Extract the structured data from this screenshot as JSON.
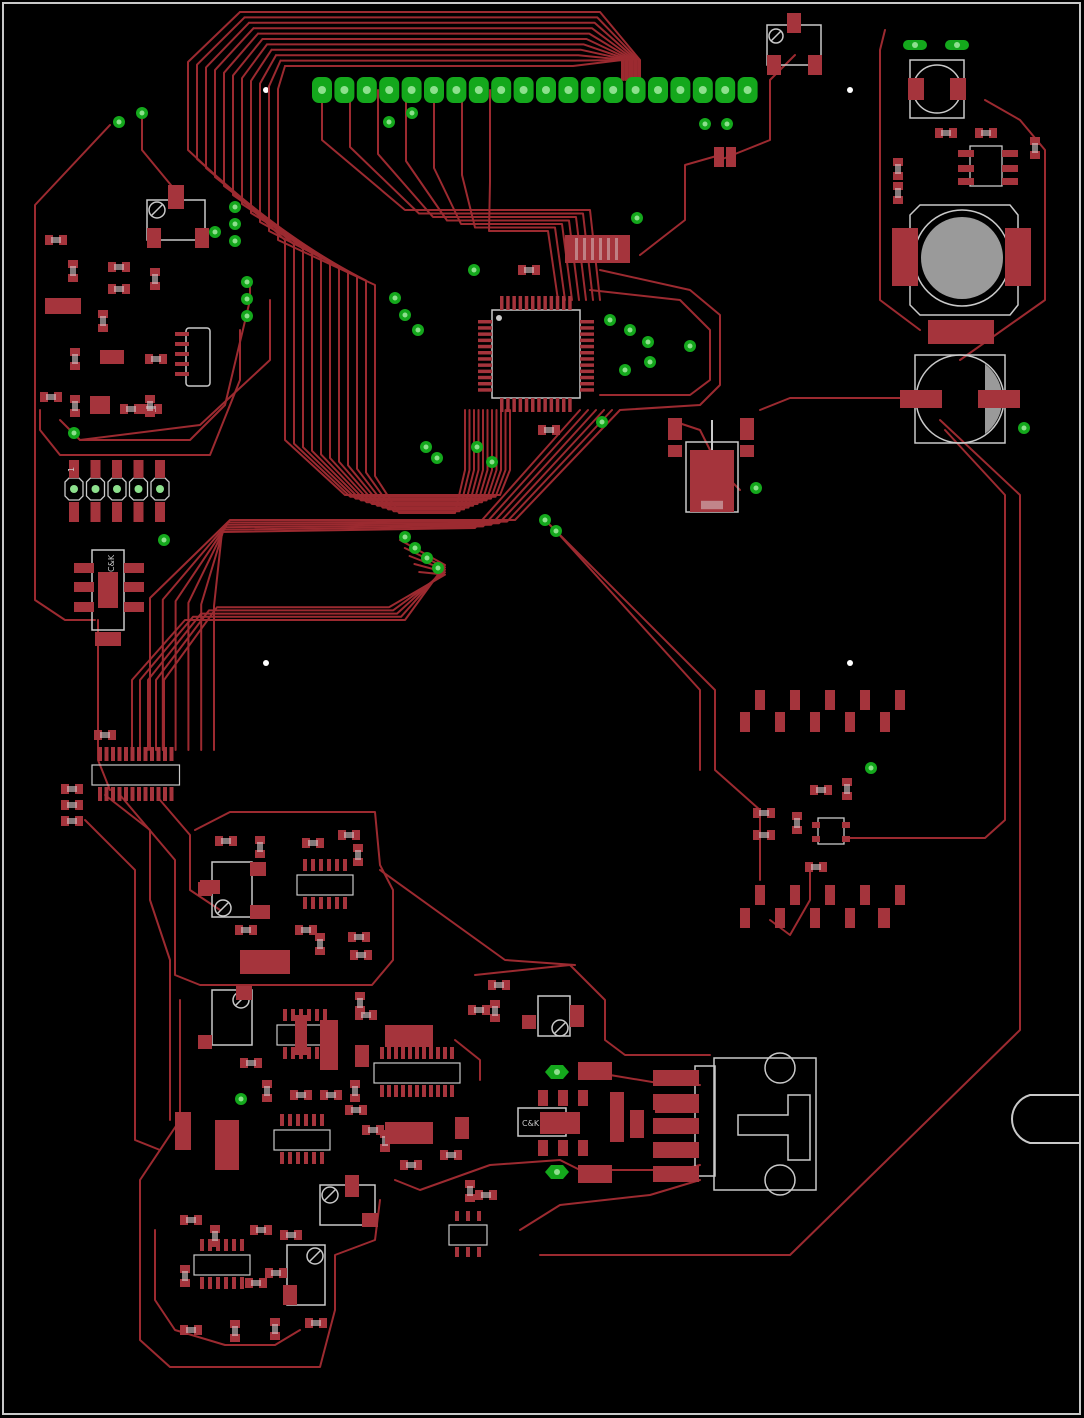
{
  "colors": {
    "background": "#000000",
    "trace": "#9c2a30",
    "pad": "#a5343c",
    "pad_highlight": "#d9c9cb",
    "via": "#14a81c",
    "via_hole": "#8de08d",
    "silk": "#c9c9c9",
    "board_outline": "#c9c9c9",
    "mount_hole": "#ffffff"
  },
  "labels": {
    "header_pin_one": "1",
    "switch_upper": "C&K",
    "switch_lower": "C&K"
  },
  "icons": {
    "trimmer": "trimmer-potentiometer-icon",
    "battery": "coin-cell-battery-icon",
    "diode": "diode-icon"
  }
}
